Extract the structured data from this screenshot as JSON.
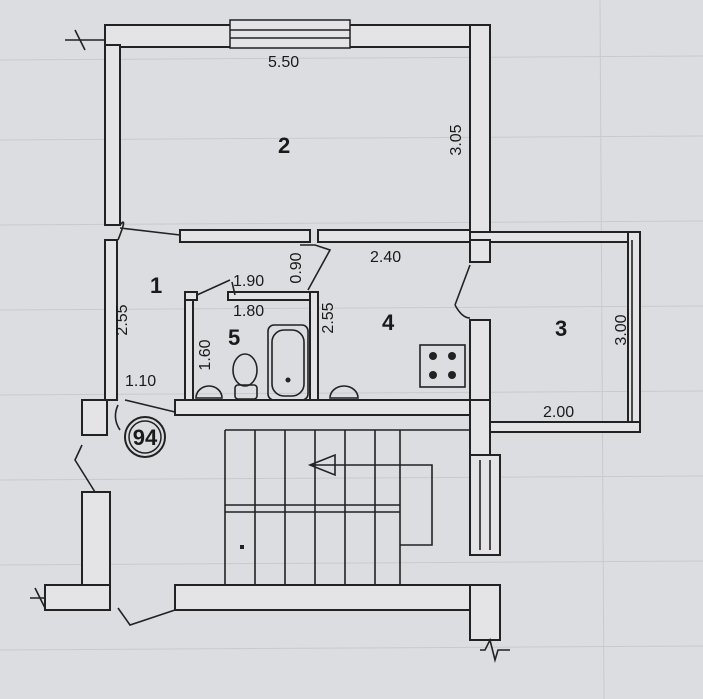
{
  "plan": {
    "apartment_number": "94",
    "rooms": [
      {
        "id": "1",
        "dimensions": [
          "2.55",
          "1.10"
        ]
      },
      {
        "id": "2",
        "dimensions": [
          "5.50",
          "3.05"
        ]
      },
      {
        "id": "3",
        "dimensions": [
          "3.00",
          "2.00"
        ]
      },
      {
        "id": "4",
        "dimensions": [
          "2.40",
          "2.55",
          "0.90"
        ]
      },
      {
        "id": "5",
        "dimensions": [
          "1.90",
          "1.80",
          "1.60"
        ]
      }
    ]
  }
}
